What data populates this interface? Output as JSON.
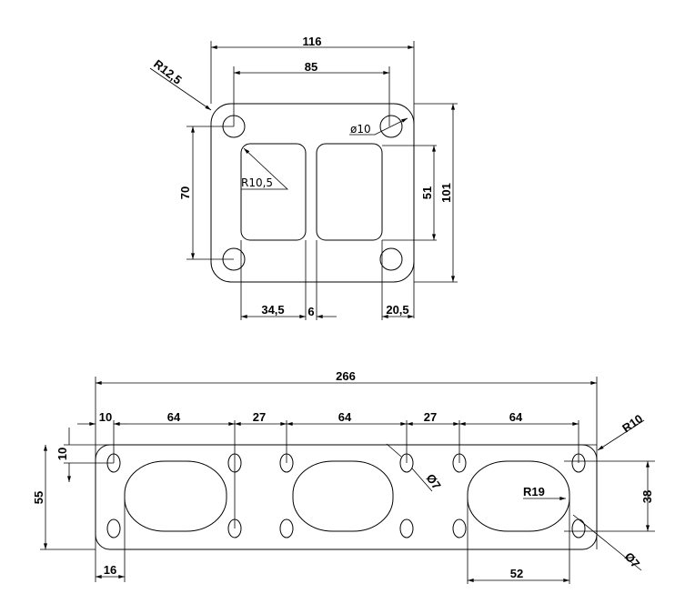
{
  "top_flange": {
    "dims": {
      "width_overall": "116",
      "hole_spacing_x": "85",
      "corner_radius": "R12,5",
      "hole_diameter": "ø10",
      "window_radius": "R10,5",
      "hole_spacing_y": "70",
      "window_height": "51",
      "height_overall": "101",
      "window_width": "34,5",
      "web_width": "6",
      "edge_offset": "20,5"
    }
  },
  "bottom_flange": {
    "dims": {
      "length_overall": "266",
      "edge_to_hole": "10",
      "spacing_1": "64",
      "spacing_2": "27",
      "spacing_3": "64",
      "spacing_4": "27",
      "spacing_5": "64",
      "corner_radius": "R10",
      "hole_offset_y": "10",
      "height_overall": "55",
      "hole_diameter_a": "Ø7",
      "port_radius": "R19",
      "port_height": "38",
      "hole_diameter_b": "Ø7",
      "port_offset": "16",
      "port_width": "52"
    }
  }
}
